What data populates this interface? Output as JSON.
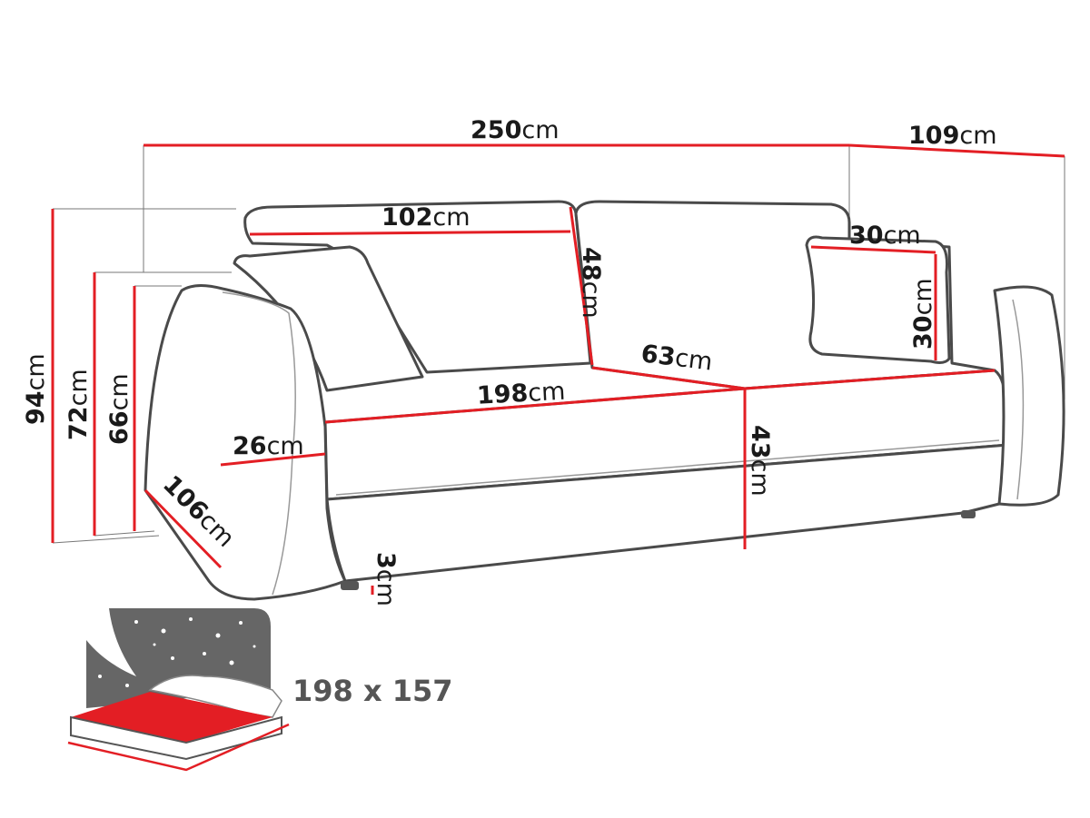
{
  "colors": {
    "dimension_line": "#e31e24",
    "outline": "#4a4a4a",
    "icon_gray": "#666666"
  },
  "dimensions": {
    "total_width": {
      "value": "250",
      "unit": "cm"
    },
    "total_depth": {
      "value": "109",
      "unit": "cm"
    },
    "total_height": {
      "value": "94",
      "unit": "cm"
    },
    "armrest_height": {
      "value": "72",
      "unit": "cm"
    },
    "armrest_height_front": {
      "value": "66",
      "unit": "cm"
    },
    "back_cushion_width": {
      "value": "102",
      "unit": "cm"
    },
    "back_cushion_height": {
      "value": "48",
      "unit": "cm"
    },
    "seat_depth": {
      "value": "63",
      "unit": "cm"
    },
    "pillow_width": {
      "value": "30",
      "unit": "cm"
    },
    "pillow_height": {
      "value": "30",
      "unit": "cm"
    },
    "seat_width": {
      "value": "198",
      "unit": "cm"
    },
    "seat_height": {
      "value": "43",
      "unit": "cm"
    },
    "armrest_width": {
      "value": "26",
      "unit": "cm"
    },
    "armrest_depth": {
      "value": "106",
      "unit": "cm"
    },
    "leg_height": {
      "value": "3",
      "unit": "cm"
    }
  },
  "sleeping_area": {
    "label": "198 x 157",
    "icon": "bed-icon"
  }
}
